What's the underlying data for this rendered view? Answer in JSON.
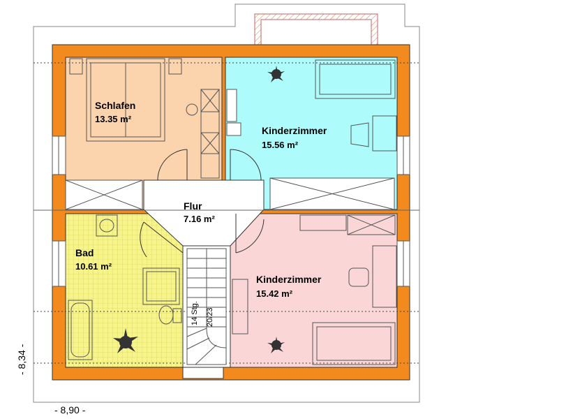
{
  "rooms": {
    "schlafen": {
      "name": "Schlafen",
      "area": "13.35 m²"
    },
    "kinderzimmer_1": {
      "name": "Kinderzimmer",
      "area": "15.56 m²"
    },
    "flur": {
      "name": "Flur",
      "area": "7.16 m²"
    },
    "bad": {
      "name": "Bad",
      "area": "10.61 m²"
    },
    "kinderzimmer_2": {
      "name": "Kinderzimmer",
      "area": "15.42 m²"
    }
  },
  "stairs": {
    "steps": "14 Stg.",
    "ratio": "20/23"
  },
  "dimensions": {
    "width": "- 8,90 -",
    "depth": "- 8,34 -"
  },
  "colors": {
    "wall": "#f28a1e",
    "schlafen": "#fbd3ad",
    "kinderzimmer_1": "#adfbfb",
    "kinderzimmer_2": "#fbd6d6",
    "bad": "#f6f48a",
    "flur": "#ffffff",
    "balcony_hatch": "#d97a50"
  }
}
